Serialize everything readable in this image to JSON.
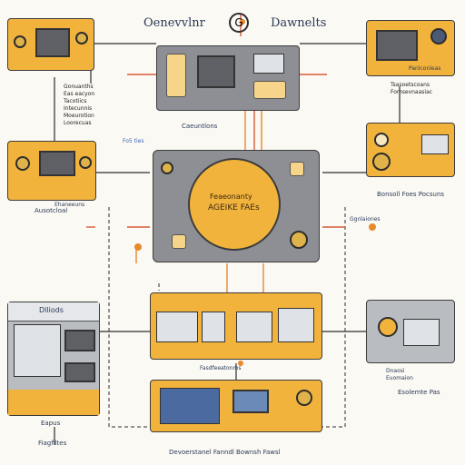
{
  "labels": {
    "top_title_left": "Oenevvlnr",
    "top_title_right": "Dawnelts",
    "top_badge": "G",
    "left_top_caption": "Ehaneeuns",
    "center_top_caption": "Caeuntlons",
    "center_blue_caption": "Fo5 ties",
    "left_mid_caption": "Ausotcloal",
    "right_mid_caption": "Bonsoll Foes Pocsuns",
    "hub_line1": "Feaeonanty",
    "hub_line2": "AGEIKE FAEs",
    "right_mid_side_note": "Ggnlaiones",
    "bottom_panel_header": "Dlliods",
    "bottom_center_caption": "Fasdfeeatonms",
    "bottom_footer": "Devoerstanel Fanndl Bownsh Fawsl",
    "bottom_left_caption": "Fiagfiltes",
    "bottom_left_key": "Eapus",
    "right_bottom_caption": "Esolemte Pas",
    "right_top_note": "Panlconleas",
    "left_notes": "Gonuanths\nEas eacyon\nTacotiics\nIntecunnis\nMoeurotion\nLoorecuas",
    "right_top_notes": "Tsasoetscoans\nFomsevnaasiac",
    "right_bottom_notes": "Dnaosi\nEuomaion"
  },
  "colors": {
    "accent_yellow": "#f2b33d",
    "panel_gray": "#8d8f94",
    "line_red": "#d65a3a",
    "line_orange": "#e8892a",
    "line_dark": "#2d2d2d"
  }
}
